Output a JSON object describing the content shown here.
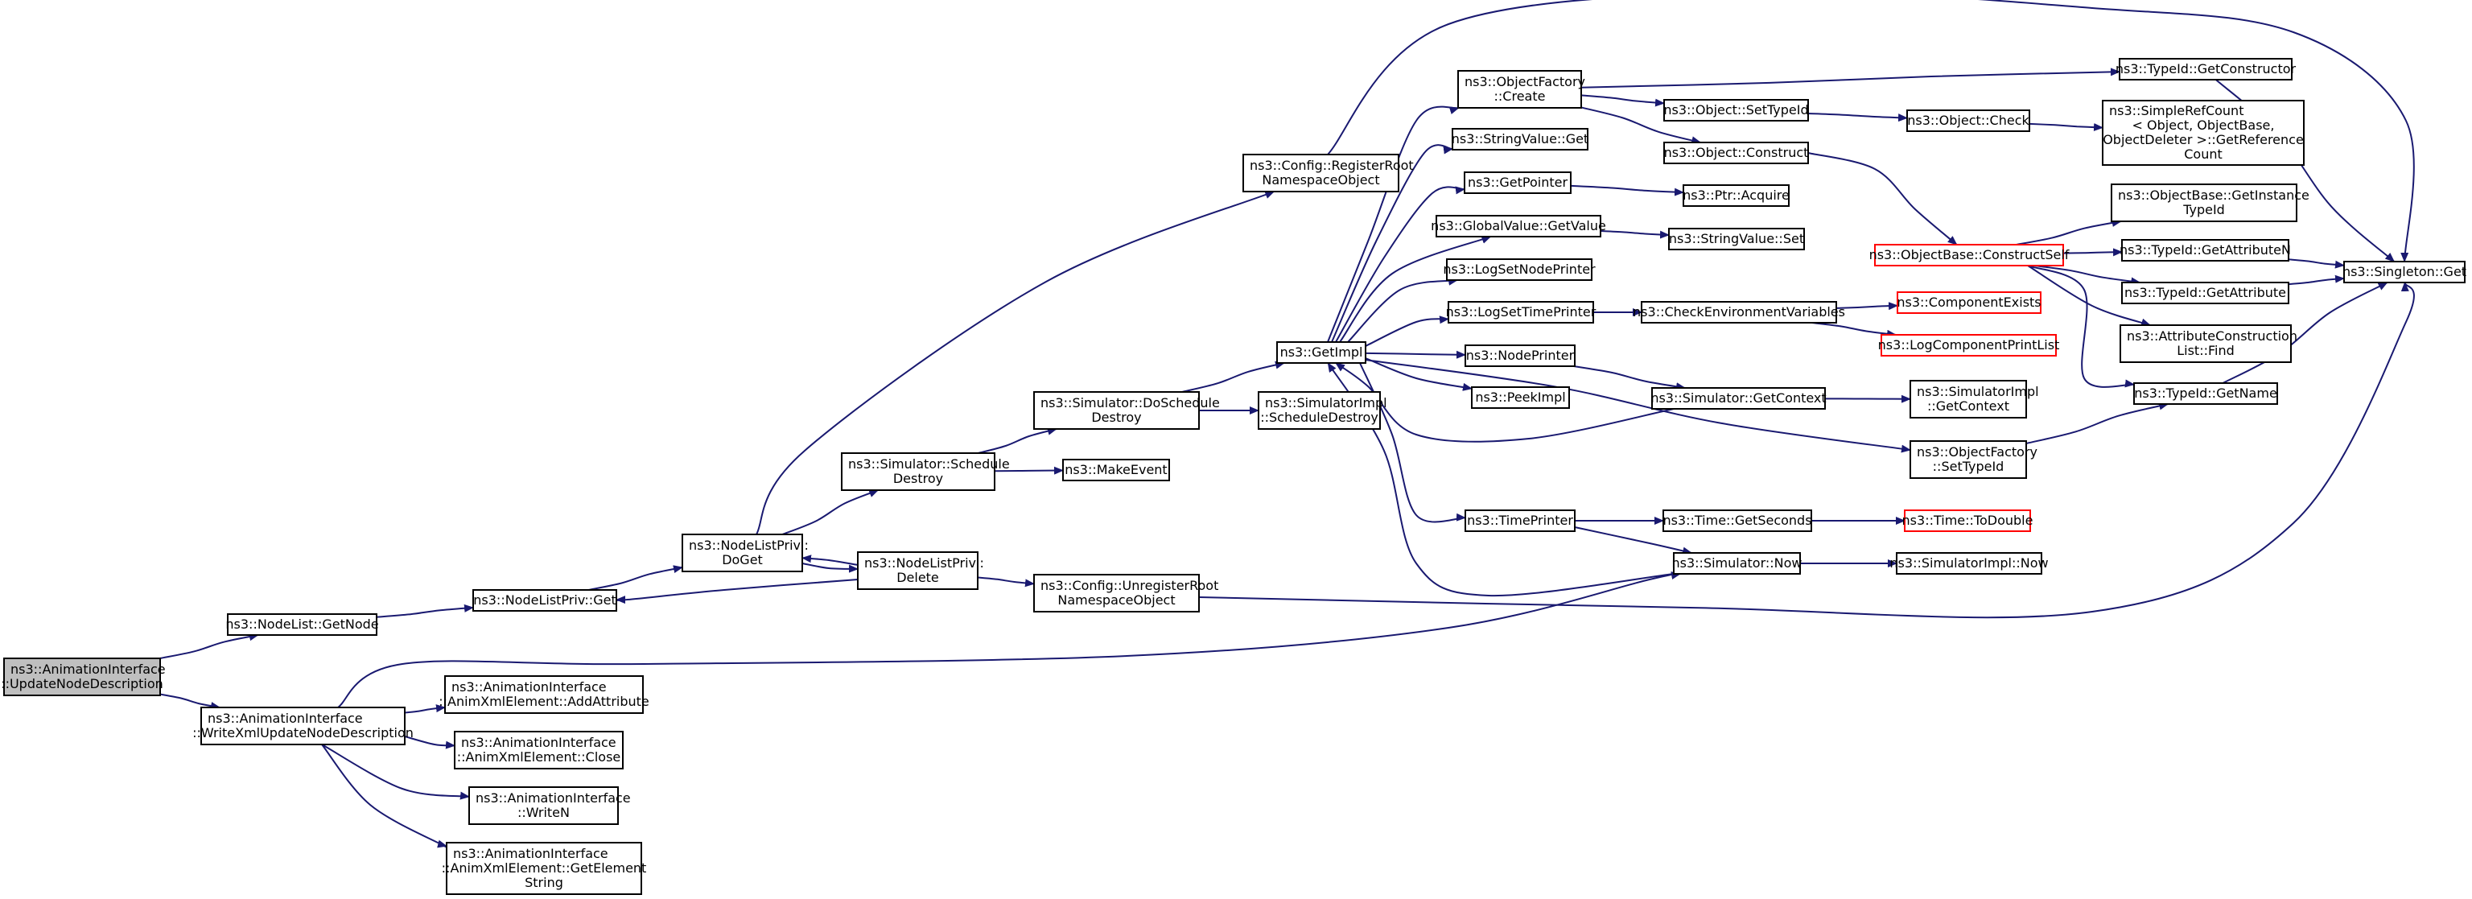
{
  "colors": {
    "edge": "#191970",
    "box": "#000000",
    "box_missing": "#ff0000",
    "root_fill": "#bfbfbf"
  },
  "nodes": [
    {
      "id": "root",
      "lines": [
        "ns3::AnimationInterface",
        "::UpdateNodeDescription"
      ],
      "style": "root"
    },
    {
      "id": "nl_getnode",
      "lines": [
        "ns3::NodeList::GetNode"
      ]
    },
    {
      "id": "writexml",
      "lines": [
        "ns3::AnimationInterface",
        "::WriteXmlUpdateNodeDescription"
      ]
    },
    {
      "id": "addattr",
      "lines": [
        "ns3::AnimationInterface",
        "::AnimXmlElement::AddAttribute"
      ]
    },
    {
      "id": "close",
      "lines": [
        "ns3::AnimationInterface",
        "::AnimXmlElement::Close"
      ]
    },
    {
      "id": "writen",
      "lines": [
        "ns3::AnimationInterface",
        "::WriteN"
      ]
    },
    {
      "id": "getelem",
      "lines": [
        "ns3::AnimationInterface",
        "::AnimXmlElement::GetElement",
        "String"
      ]
    },
    {
      "id": "nlp_get",
      "lines": [
        "ns3::NodeListPriv::Get"
      ]
    },
    {
      "id": "nlp_doget",
      "lines": [
        "ns3::NodeListPriv::",
        "DoGet"
      ]
    },
    {
      "id": "nlp_delete",
      "lines": [
        "ns3::NodeListPriv::",
        "Delete"
      ]
    },
    {
      "id": "sim_sched",
      "lines": [
        "ns3::Simulator::Schedule",
        "Destroy"
      ]
    },
    {
      "id": "makeevent",
      "lines": [
        "ns3::MakeEvent"
      ]
    },
    {
      "id": "sim_dosched",
      "lines": [
        "ns3::Simulator::DoSchedule",
        "Destroy"
      ]
    },
    {
      "id": "simimpl_sched",
      "lines": [
        "ns3::SimulatorImpl",
        "::ScheduleDestroy"
      ]
    },
    {
      "id": "cfg_register",
      "lines": [
        "ns3::Config::RegisterRoot",
        "NamespaceObject"
      ]
    },
    {
      "id": "cfg_unregister",
      "lines": [
        "ns3::Config::UnregisterRoot",
        "NamespaceObject"
      ]
    },
    {
      "id": "getimpl",
      "lines": [
        "ns3::GetImpl"
      ]
    },
    {
      "id": "of_create",
      "lines": [
        "ns3::ObjectFactory",
        "::Create"
      ]
    },
    {
      "id": "sv_get",
      "lines": [
        "ns3::StringValue::Get"
      ]
    },
    {
      "id": "getpointer",
      "lines": [
        "ns3::GetPointer"
      ]
    },
    {
      "id": "gv_getvalue",
      "lines": [
        "ns3::GlobalValue::GetValue"
      ]
    },
    {
      "id": "logsetnode",
      "lines": [
        "ns3::LogSetNodePrinter"
      ]
    },
    {
      "id": "logsettime",
      "lines": [
        "ns3::LogSetTimePrinter"
      ]
    },
    {
      "id": "nodeprinter",
      "lines": [
        "ns3::NodePrinter"
      ]
    },
    {
      "id": "peekimpl",
      "lines": [
        "ns3::PeekImpl"
      ]
    },
    {
      "id": "timeprinter",
      "lines": [
        "ns3::TimePrinter"
      ]
    },
    {
      "id": "obj_settypeid",
      "lines": [
        "ns3::Object::SetTypeId"
      ]
    },
    {
      "id": "obj_construct",
      "lines": [
        "ns3::Object::Construct"
      ]
    },
    {
      "id": "ptr_acquire",
      "lines": [
        "ns3::Ptr::Acquire"
      ]
    },
    {
      "id": "sv_set",
      "lines": [
        "ns3::StringValue::Set"
      ]
    },
    {
      "id": "checkenv",
      "lines": [
        "ns3::CheckEnvironmentVariables"
      ]
    },
    {
      "id": "sim_getcontext",
      "lines": [
        "ns3::Simulator::GetContext"
      ]
    },
    {
      "id": "time_getseconds",
      "lines": [
        "ns3::Time::GetSeconds"
      ]
    },
    {
      "id": "sim_now",
      "lines": [
        "ns3::Simulator::Now"
      ]
    },
    {
      "id": "typeid_getctor",
      "lines": [
        "ns3::TypeId::GetConstructor"
      ]
    },
    {
      "id": "obj_check",
      "lines": [
        "ns3::Object::Check"
      ]
    },
    {
      "id": "simplerefcount",
      "lines": [
        "ns3::SimpleRefCount",
        "< Object, ObjectBase,",
        "ObjectDeleter >::GetReference",
        "Count"
      ]
    },
    {
      "id": "ob_constructself",
      "lines": [
        "ns3::ObjectBase::ConstructSelf"
      ],
      "style": "red"
    },
    {
      "id": "componentexists",
      "lines": [
        "ns3::ComponentExists"
      ],
      "style": "red"
    },
    {
      "id": "logcomponentprint",
      "lines": [
        "ns3::LogComponentPrintList"
      ],
      "style": "red"
    },
    {
      "id": "simimpl_getcontext",
      "lines": [
        "ns3::SimulatorImpl",
        "::GetContext"
      ]
    },
    {
      "id": "of_settypeid",
      "lines": [
        "ns3::ObjectFactory",
        "::SetTypeId"
      ]
    },
    {
      "id": "time_todouble",
      "lines": [
        "ns3::Time::ToDouble"
      ],
      "style": "red"
    },
    {
      "id": "simimpl_now",
      "lines": [
        "ns3::SimulatorImpl::Now"
      ]
    },
    {
      "id": "ob_getinstance",
      "lines": [
        "ns3::ObjectBase::GetInstance",
        "TypeId"
      ]
    },
    {
      "id": "typeid_getattrn",
      "lines": [
        "ns3::TypeId::GetAttributeN"
      ]
    },
    {
      "id": "typeid_getattr",
      "lines": [
        "ns3::TypeId::GetAttribute"
      ]
    },
    {
      "id": "attrconstr",
      "lines": [
        "ns3::AttributeConstruction",
        "List::Find"
      ]
    },
    {
      "id": "typeid_getname",
      "lines": [
        "ns3::TypeId::GetName"
      ]
    },
    {
      "id": "singleton_get",
      "lines": [
        "ns3::Singleton::Get"
      ]
    }
  ],
  "edges": [
    [
      "root",
      "nl_getnode"
    ],
    [
      "root",
      "writexml"
    ],
    [
      "nl_getnode",
      "nlp_get"
    ],
    [
      "writexml",
      "addattr"
    ],
    [
      "writexml",
      "close"
    ],
    [
      "writexml",
      "writen"
    ],
    [
      "writexml",
      "getelem"
    ],
    [
      "writexml",
      "sim_now"
    ],
    [
      "nlp_get",
      "nlp_doget"
    ],
    [
      "nlp_doget",
      "nlp_delete"
    ],
    [
      "nlp_doget",
      "sim_sched"
    ],
    [
      "nlp_doget",
      "cfg_register"
    ],
    [
      "nlp_delete",
      "nlp_doget"
    ],
    [
      "nlp_delete",
      "nlp_get"
    ],
    [
      "nlp_delete",
      "cfg_unregister"
    ],
    [
      "sim_sched",
      "sim_dosched"
    ],
    [
      "sim_sched",
      "makeevent"
    ],
    [
      "sim_dosched",
      "getimpl"
    ],
    [
      "sim_dosched",
      "simimpl_sched"
    ],
    [
      "cfg_register",
      "singleton_get"
    ],
    [
      "cfg_unregister",
      "singleton_get"
    ],
    [
      "getimpl",
      "of_create"
    ],
    [
      "getimpl",
      "sv_get"
    ],
    [
      "getimpl",
      "getpointer"
    ],
    [
      "getimpl",
      "gv_getvalue"
    ],
    [
      "getimpl",
      "logsetnode"
    ],
    [
      "getimpl",
      "logsettime"
    ],
    [
      "getimpl",
      "nodeprinter"
    ],
    [
      "getimpl",
      "peekimpl"
    ],
    [
      "getimpl",
      "timeprinter"
    ],
    [
      "getimpl",
      "of_settypeid"
    ],
    [
      "of_create",
      "typeid_getctor"
    ],
    [
      "of_create",
      "obj_settypeid"
    ],
    [
      "of_create",
      "obj_construct"
    ],
    [
      "obj_settypeid",
      "obj_check"
    ],
    [
      "obj_check",
      "simplerefcount"
    ],
    [
      "obj_construct",
      "ob_constructself"
    ],
    [
      "getpointer",
      "ptr_acquire"
    ],
    [
      "gv_getvalue",
      "sv_set"
    ],
    [
      "logsettime",
      "checkenv"
    ],
    [
      "checkenv",
      "componentexists"
    ],
    [
      "checkenv",
      "logcomponentprint"
    ],
    [
      "nodeprinter",
      "sim_getcontext"
    ],
    [
      "sim_getcontext",
      "getimpl"
    ],
    [
      "sim_getcontext",
      "simimpl_getcontext"
    ],
    [
      "timeprinter",
      "time_getseconds"
    ],
    [
      "timeprinter",
      "sim_now"
    ],
    [
      "time_getseconds",
      "time_todouble"
    ],
    [
      "sim_now",
      "getimpl"
    ],
    [
      "sim_now",
      "simimpl_now"
    ],
    [
      "of_settypeid",
      "typeid_getname"
    ],
    [
      "ob_constructself",
      "ob_getinstance"
    ],
    [
      "ob_constructself",
      "typeid_getattrn"
    ],
    [
      "ob_constructself",
      "typeid_getattr"
    ],
    [
      "ob_constructself",
      "attrconstr"
    ],
    [
      "ob_constructself",
      "typeid_getname"
    ],
    [
      "typeid_getctor",
      "singleton_get"
    ],
    [
      "typeid_getattrn",
      "singleton_get"
    ],
    [
      "typeid_getattr",
      "singleton_get"
    ],
    [
      "typeid_getname",
      "singleton_get"
    ]
  ]
}
